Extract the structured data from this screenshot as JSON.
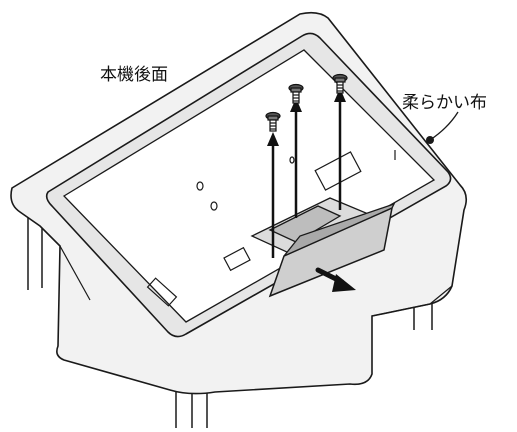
{
  "labels": {
    "rear_panel": "本機後面",
    "soft_cloth": "柔らかい布"
  },
  "colors": {
    "line": "#1a1a1a",
    "cloth": "#f2f2f2",
    "tv_back": "#ffffff",
    "tv_bezel": "#e6e6e6",
    "stand": "#cfcfcf",
    "stand_dark": "#a9a9a9",
    "arrow": "#111111"
  },
  "screws": {
    "count": 3,
    "icon": "screw-icon"
  },
  "arrows": {
    "lift_direction": "up",
    "remove_direction": "right"
  }
}
